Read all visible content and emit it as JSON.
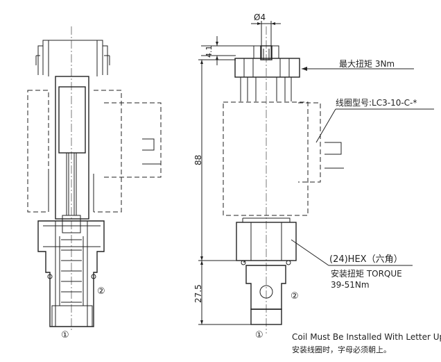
{
  "dimensions": {
    "pin_diameter": "Ø4",
    "pin_height": "4.1",
    "overall_length": "88",
    "cavity_length": "27.5"
  },
  "callouts": {
    "max_torque": "最大扭矩 3Nm",
    "coil_model": "线圈型号:LC3-10-C-*",
    "hex": "(24)HEX（六角）",
    "install_torque_label": "安装扭矩 TORQUE",
    "install_torque_value": "39-51Nm"
  },
  "ports": {
    "port1": "①",
    "port2": "②"
  },
  "note": {
    "en": "Coil Must Be Installed With Letter Up",
    "cn": "安装线圈时，字母必须朝上。"
  }
}
